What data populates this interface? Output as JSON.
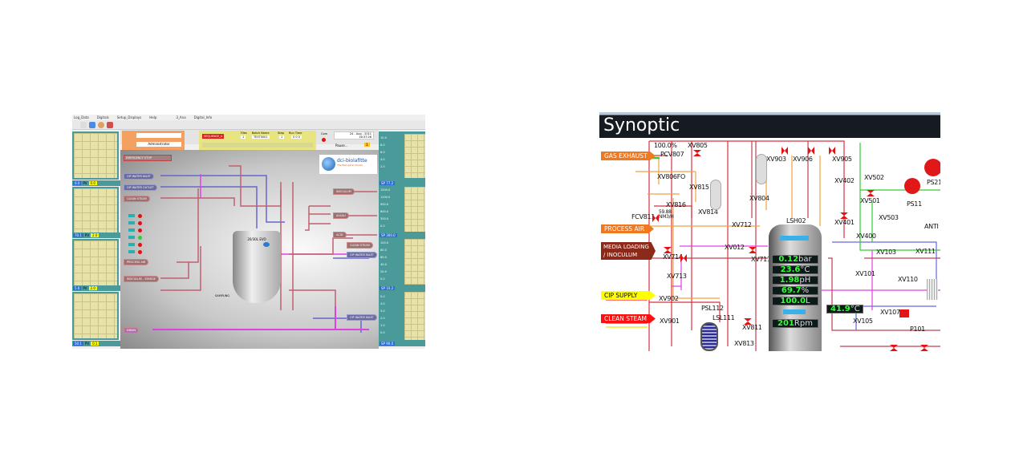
{
  "left_screen": {
    "menu": [
      "Log_Data",
      "Digitals",
      "Setup_Displays",
      "Help",
      "3_Ana",
      "Digital_Info"
    ],
    "user": {
      "name": "",
      "role": "Administrator"
    },
    "sequence": {
      "name": "SEQUENCE_A",
      "files_label": "Files",
      "files": "1",
      "batch_label": "Batch Name",
      "batch": "TEST0001",
      "step_label": "Step",
      "step": "1",
      "runtime_label": "Run Time",
      "runtime": "0 0 0"
    },
    "com_label": "Com",
    "date": "24 - Aug - 2011",
    "time": "16:37:26",
    "pause_label": "Pause...",
    "pause_value": "1",
    "logo": {
      "name": "dci-biolafitte",
      "tagline": "The Biological Choice"
    },
    "emergency": "EMERGENCY STOP",
    "lines": {
      "cip_in": "CIP WATER INLET",
      "cip_out": "CIP WATER OUTLET",
      "steam": "CLEAN STEAM",
      "air": "PROCESS AIR",
      "inoc": "INOCULUM - SPARGE",
      "drain": "DRAIN",
      "r1": "INOCULUM",
      "r2": "ALKALI",
      "r3": "ACID",
      "r4": "CLEAN STEAM",
      "r5": "CIP WATER INLET",
      "r6": "CIP WATER INLET"
    },
    "vessel": "20/30L EVO",
    "sampling": "SAMPLING",
    "pv": [
      {
        "sp": "0.0",
        "pv": "0.0"
      },
      {
        "sp": "70.1",
        "pv": "2.0"
      },
      {
        "sp": "5.6",
        "pv": "2.0"
      },
      {
        "sp": "50.1",
        "pv": "0.1"
      }
    ],
    "right_trends": [
      {
        "sp": "SP 77.2",
        "ticks": [
          "10.0",
          "8.0",
          "6.0",
          "4.0",
          "2.0"
        ]
      },
      {
        "sp": "SP 300.0",
        "ticks": [
          "1500.0",
          "1200.0",
          "900.0",
          "600.0",
          "300.0",
          "0.0"
        ]
      },
      {
        "sp": "SP 10.2",
        "ticks": [
          "100.0",
          "80.0",
          "60.0",
          "40.0",
          "20.0",
          "0.0"
        ]
      },
      {
        "sp": "SP 90.0",
        "ticks": [
          "5.0",
          "4.0",
          "3.0",
          "2.0",
          "1.0",
          "0.0"
        ]
      }
    ]
  },
  "synoptic": {
    "title": "Synoptic",
    "sources": {
      "gas": "GAS EXHAUST",
      "air": "PROCESS AIR",
      "media1": "MEDIA LOADING",
      "media2": "/ INOCULUM",
      "cip": "CIP SUPPLY",
      "steam": "CLEAN STEAM"
    },
    "pct": "100.0%",
    "fcv_value": "59.88",
    "fcv_unit": "NM3/H",
    "valves": [
      "PCV807",
      "XV805",
      "XV903",
      "XV906",
      "XV905",
      "XV806FO",
      "XV815",
      "XV402",
      "XV502",
      "XV816",
      "XV804",
      "XV501",
      "PS21",
      "PS11",
      "XV814",
      "XV712",
      "LSH02",
      "XV401",
      "XV503",
      "FCV811",
      "ANTI",
      "XV400",
      "XV714",
      "XV012",
      "XV711",
      "XV103",
      "XV111",
      "XV101",
      "XV110",
      "XV713",
      "XV902",
      "XV901",
      "PSL112",
      "LSL111",
      "XV811",
      "XV813",
      "XV107",
      "XV105",
      "P101"
    ],
    "readouts": [
      {
        "v": "0.12",
        "u": "bar"
      },
      {
        "v": "23.6",
        "u": "°C"
      },
      {
        "v": "1.98",
        "u": "pH"
      },
      {
        "v": "69.7",
        "u": "%"
      },
      {
        "v": "100.0",
        "u": "L"
      }
    ],
    "jacket_temp": {
      "v": "41.9",
      "u": "°C"
    },
    "speed": {
      "v": "201",
      "u": "Rpm"
    }
  }
}
